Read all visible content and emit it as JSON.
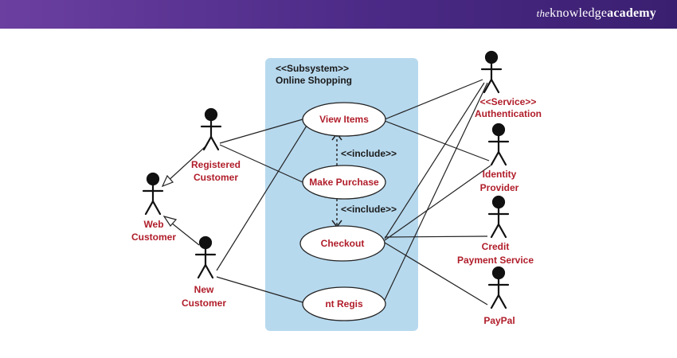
{
  "header": {
    "brand_prefix": "the",
    "brand_main": "knowledge",
    "brand_bold": "academy"
  },
  "diagram": {
    "subsystem_stereotype": "<<Subsystem>>",
    "subsystem_name": "Online Shopping",
    "use_cases": {
      "view_items": "View Items",
      "make_purchase": "Make Purchase",
      "checkout": "Checkout",
      "register": "nt Regis"
    },
    "include_label_1": "<<include>>",
    "include_label_2": "<<include>>",
    "actors": {
      "registered_1": "Registered",
      "registered_2": "Customer",
      "web_1": "Web",
      "web_2": "Customer",
      "new_1": "New",
      "new_2": "Customer",
      "auth_1": "<<Service>>",
      "auth_2": "Authentication",
      "idp_1": "Identity",
      "idp_2": "Provider",
      "credit_1": "Credit",
      "credit_2": "Payment Service",
      "paypal_1": "PayPal"
    }
  },
  "colors": {
    "banner": "#4b2a86",
    "subsystem_fill": "#b7d9ee",
    "label_red": "#b01d2a"
  }
}
